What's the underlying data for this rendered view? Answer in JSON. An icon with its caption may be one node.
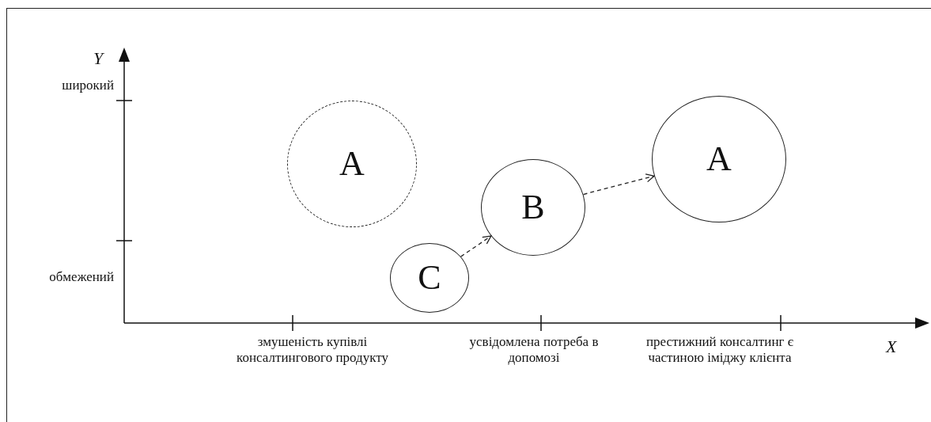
{
  "diagram": {
    "nodes": [
      {
        "text": [
          "A"
        ]
      },
      {
        "text": [
          "C"
        ]
      },
      {
        "text": [
          "B"
        ]
      },
      {
        "text": [
          "A"
        ]
      }
    ],
    "edges": [
      {
        "from": 1,
        "to": 2,
        "arrow": "to",
        "style": "dashed"
      },
      {
        "from": 2,
        "to": 3,
        "arrow": "to",
        "style": "dashed"
      }
    ],
    "labels": [
      "Y",
      "широкий",
      "обмежений",
      "змушеність купівлі консалтингового продукту",
      "усвідомлена потреба в допомозі",
      "престижний консалтинг є частиною іміджу клієнта",
      "X"
    ]
  }
}
